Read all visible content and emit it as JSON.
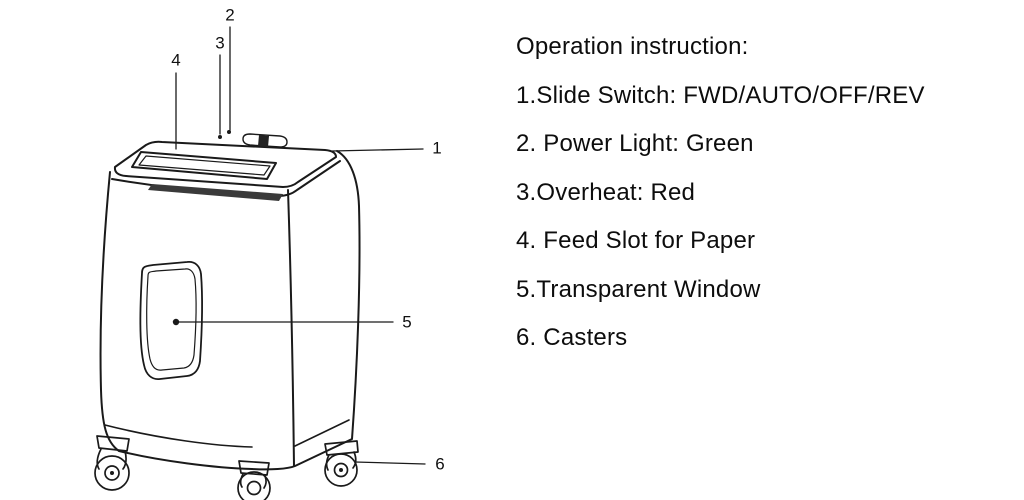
{
  "diagram": {
    "callouts": [
      "1",
      "2",
      "3",
      "4",
      "5",
      "6"
    ]
  },
  "instructions": {
    "title": "Operation instruction:",
    "items": [
      "1.Slide Switch: FWD/AUTO/OFF/REV",
      "2. Power Light: Green",
      "3.Overheat: Red",
      "4. Feed Slot for Paper",
      "5.Transparent Window",
      "6. Casters"
    ]
  }
}
